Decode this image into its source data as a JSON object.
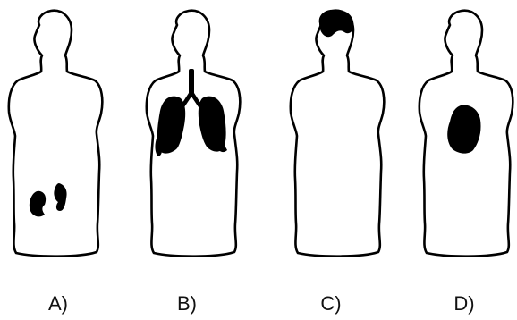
{
  "panels": [
    {
      "label": "A)",
      "organ": "kidneys"
    },
    {
      "label": "B)",
      "organ": "lungs"
    },
    {
      "label": "C)",
      "organ": "brain"
    },
    {
      "label": "D)",
      "organ": "heart"
    }
  ],
  "colors": {
    "outline": "#000000",
    "organ_fill": "#000000",
    "background": "#ffffff",
    "label_text": "#111111"
  }
}
